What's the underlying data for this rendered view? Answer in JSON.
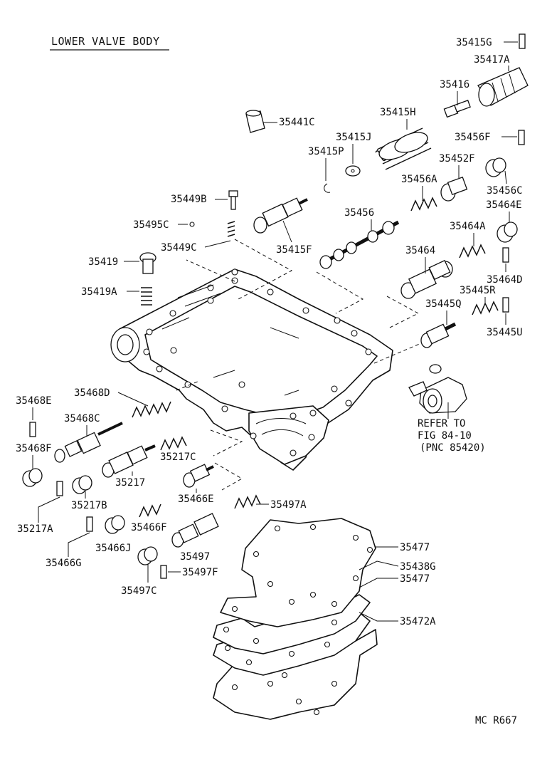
{
  "title": "LOWER VALVE BODY",
  "footer_code": "MC R667",
  "refer_note": [
    "REFER TO",
    "FIG 84-10",
    "(PNC 85420)"
  ],
  "part_labels": {
    "p35415G": "35415G",
    "p35417A": "35417A",
    "p35416": "35416",
    "p35415H": "35415H",
    "p35441C": "35441C",
    "p35415J": "35415J",
    "p35456F": "35456F",
    "p35415P": "35415P",
    "p35452F": "35452F",
    "p35456A": "35456A",
    "p35456C": "35456C",
    "p35449B": "35449B",
    "p35464E": "35464E",
    "p35456": "35456",
    "p35495C": "35495C",
    "p35464A": "35464A",
    "p35449C": "35449C",
    "p35415F": "35415F",
    "p35464": "35464",
    "p35419": "35419",
    "p35464D": "35464D",
    "p35445R": "35445R",
    "p35419A": "35419A",
    "p35445Q": "35445Q",
    "p35445U": "35445U",
    "p35468E": "35468E",
    "p35468D": "35468D",
    "p35468C": "35468C",
    "p35468F": "35468F",
    "p35217C": "35217C",
    "p35217": "35217",
    "p35466E": "35466E",
    "p35217B": "35217B",
    "p35497A": "35497A",
    "p35217A": "35217A",
    "p35466F": "35466F",
    "p35466J": "35466J",
    "p35497": "35497",
    "p35477a": "35477",
    "p35466G": "35466G",
    "p35438G": "35438G",
    "p35477b": "35477",
    "p35497F": "35497F",
    "p35497C": "35497C",
    "p35472A": "35472A"
  }
}
